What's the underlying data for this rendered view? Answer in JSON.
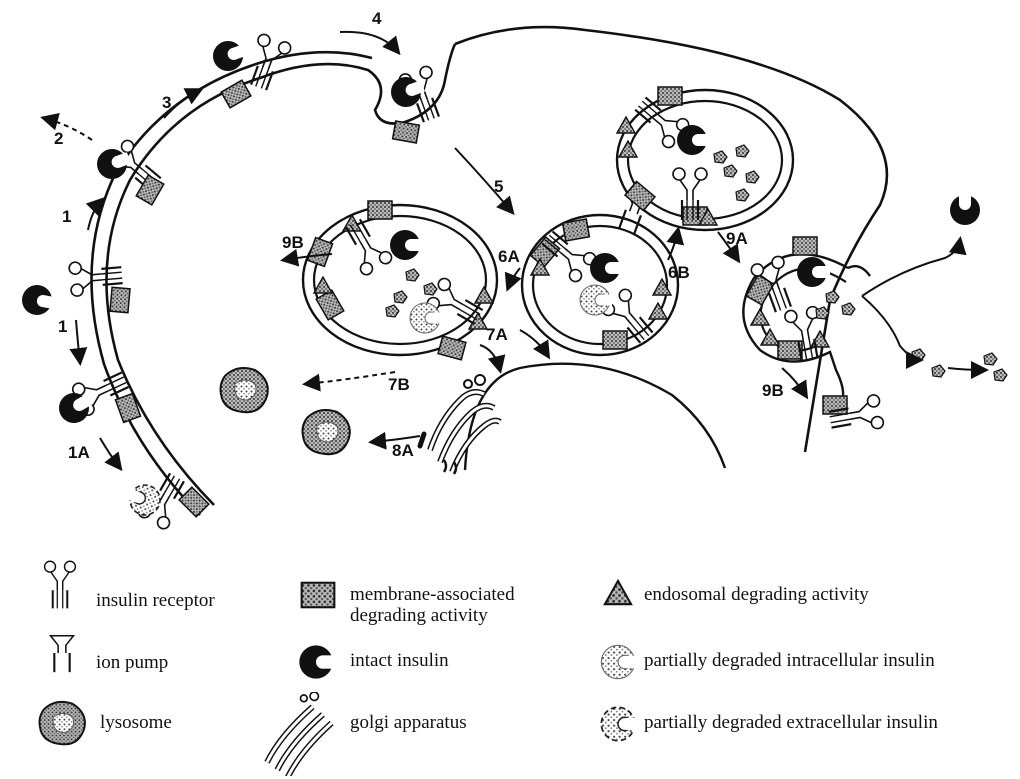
{
  "step_labels": {
    "s1a_upper": "1",
    "s1b_lower": "1",
    "s1A": "1A",
    "s2": "2",
    "s3": "3",
    "s4": "4",
    "s5": "5",
    "s6A": "6A",
    "s6B": "6B",
    "s7A": "7A",
    "s7B": "7B",
    "s8A": "8A",
    "s9A": "9A",
    "s9B_left": "9B",
    "s9B_right": "9B"
  },
  "legend": {
    "insulin_receptor": "insulin receptor",
    "membrane_degrading_l1": "membrane-associated",
    "membrane_degrading_l2": "degrading activity",
    "endosomal_degrading": "endosomal degrading activity",
    "ion_pump": "ion pump",
    "intact_insulin": "intact insulin",
    "partial_intracellular": "partially degraded intracellular insulin",
    "lysosome": "lysosome",
    "golgi": "golgi apparatus",
    "partial_extracellular": "partially degraded extracellular insulin"
  },
  "icons": {
    "receptor": "insulin-receptor-icon",
    "membrane_degrading": "membrane-degrading-activity-icon",
    "endosomal_degrading": "endosomal-degrading-triangle-icon",
    "ion_pump": "ion-pump-icon",
    "intact_insulin": "intact-insulin-icon",
    "partial_intracellular": "partial-intracellular-insulin-icon",
    "lysosome": "lysosome-icon",
    "golgi": "golgi-apparatus-icon",
    "partial_extracellular": "partial-extracellular-insulin-icon"
  }
}
